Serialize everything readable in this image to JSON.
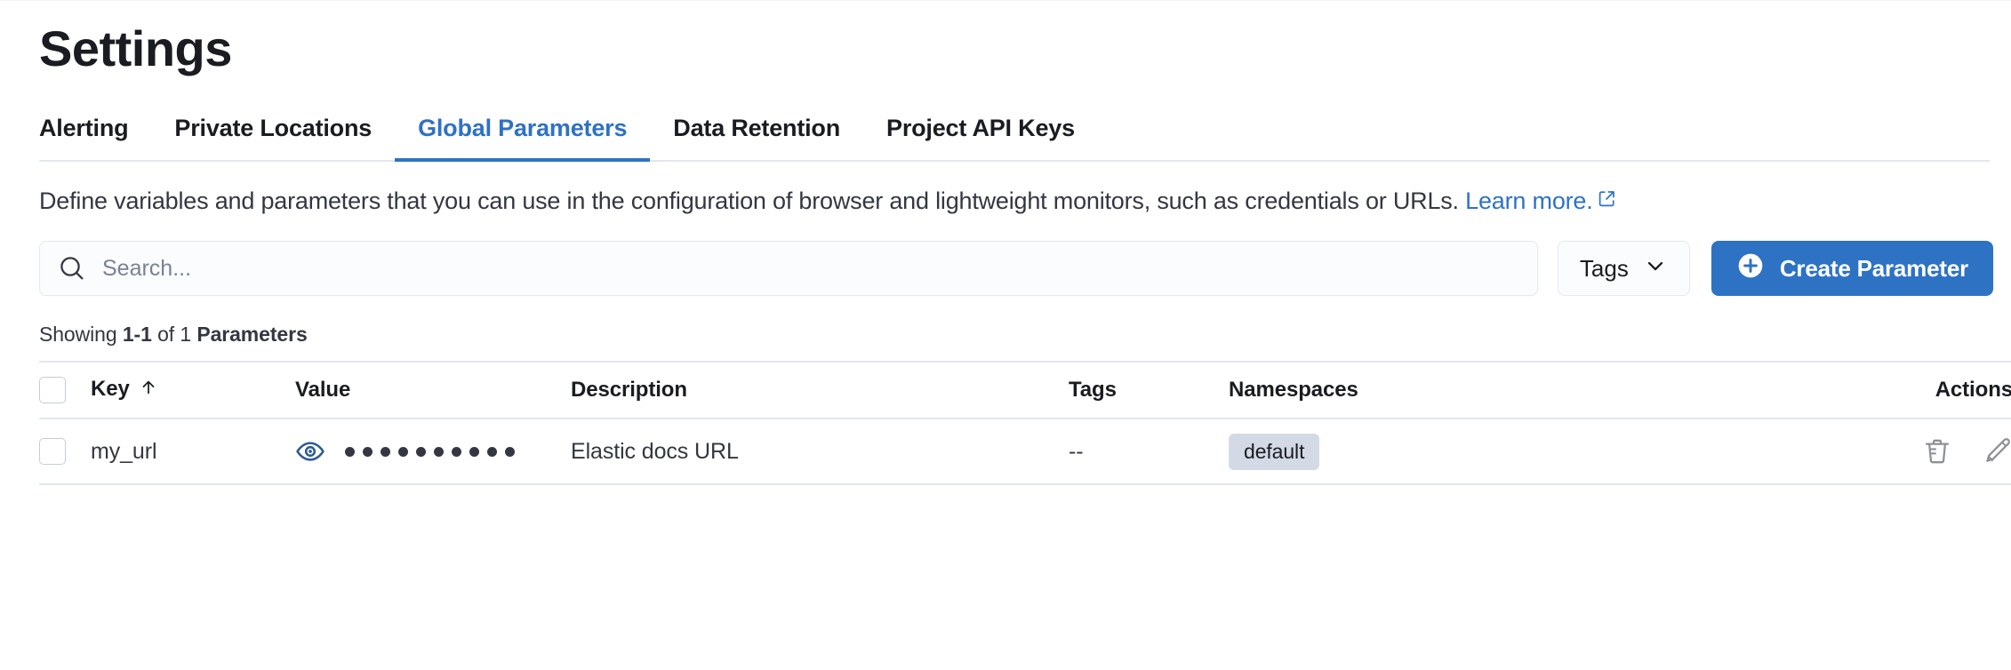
{
  "page": {
    "title": "Settings"
  },
  "tabs": [
    {
      "label": "Alerting",
      "active": false
    },
    {
      "label": "Private Locations",
      "active": false
    },
    {
      "label": "Global Parameters",
      "active": true
    },
    {
      "label": "Data Retention",
      "active": false
    },
    {
      "label": "Project API Keys",
      "active": false
    }
  ],
  "description": {
    "text": "Define variables and parameters that you can use in the configuration of browser and lightweight monitors, such as credentials or URLs. ",
    "link_text": "Learn more.",
    "link_icon": "external-link-icon"
  },
  "controls": {
    "search": {
      "icon": "search-icon",
      "placeholder": "Search...",
      "value": ""
    },
    "tags_filter": {
      "label": "Tags",
      "icon": "chevron-down-icon"
    },
    "create_button": {
      "label": "Create Parameter",
      "icon": "plus-circle-icon"
    }
  },
  "results_summary": {
    "prefix": "Showing ",
    "range": "1-1",
    "middle": " of 1 ",
    "entity": "Parameters"
  },
  "table": {
    "columns": [
      {
        "key": "select",
        "label": ""
      },
      {
        "key": "key",
        "label": "Key",
        "sort": "asc",
        "sort_icon": "arrow-up-icon"
      },
      {
        "key": "value",
        "label": "Value"
      },
      {
        "key": "description",
        "label": "Description"
      },
      {
        "key": "tags",
        "label": "Tags"
      },
      {
        "key": "namespaces",
        "label": "Namespaces"
      },
      {
        "key": "actions",
        "label": "Actions"
      }
    ],
    "rows": [
      {
        "selected": false,
        "key": "my_url",
        "value_masked": true,
        "value_reveal_icon": "eye-icon",
        "value_dots": 10,
        "description": "Elastic docs URL",
        "tags": "--",
        "namespaces": [
          "default"
        ],
        "actions": [
          "trash-icon",
          "pencil-icon"
        ]
      }
    ]
  },
  "colors": {
    "accent": "#2e72c4",
    "text": "#1a1c21",
    "muted_text": "#343741",
    "border": "#e3e6ef",
    "badge_bg": "#d3dae6",
    "eye_icon": "#2d5b92"
  }
}
